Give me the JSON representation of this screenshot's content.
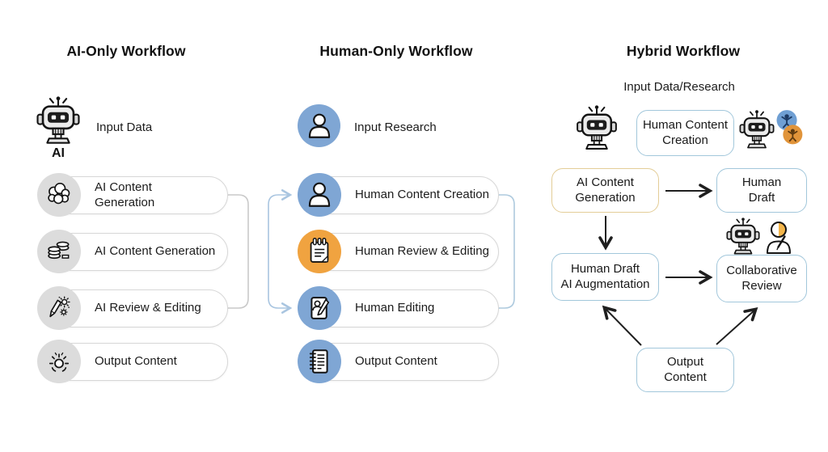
{
  "ai_workflow": {
    "title": "AI-Only Workflow",
    "robot_caption": "AI",
    "input_label": "Input Data",
    "input_icon": "robot-icon",
    "steps": [
      {
        "label": "AI Content\nGeneration",
        "icon": "cloud-puffs-icon"
      },
      {
        "label": "AI Content Generation",
        "icon": "coin-stack-icon"
      },
      {
        "label": "AI Review & Editing",
        "icon": "marker-gears-icon"
      },
      {
        "label": "Output Content",
        "icon": "burst-output-icon"
      }
    ]
  },
  "human_workflow": {
    "title": "Human-Only Workflow",
    "input_label": "Input Research",
    "input_icon": "person-icon",
    "steps": [
      {
        "label": "Human Content Creation",
        "icon": "person-icon"
      },
      {
        "label": "Human Review & Editing",
        "icon": "notepad-icon"
      },
      {
        "label": "Human Editing",
        "icon": "person-pencil-document-icon"
      },
      {
        "label": "Output Content",
        "icon": "notebook-icon"
      }
    ]
  },
  "hybrid_workflow": {
    "title": "Hybrid Workflow",
    "input_label": "Input Data/Research",
    "icons": {
      "left_of_creation": "robot-icon",
      "right_of_creation": "robot-and-humans-collaboration-icon",
      "above_review": "robot-and-human-writer-icon"
    },
    "nodes": {
      "human_content_creation": "Human Content\nCreation",
      "ai_content_generation": "AI Content\nGeneration",
      "human_draft": "Human\nDraft",
      "human_draft_ai_augmentation": "Human Draft\nAI Augmentation",
      "collaborative_review": "Collaborative\nReview",
      "output_content": "Output\nContent"
    }
  },
  "palette": {
    "circle_gray": "#dcdcdc",
    "circle_blue": "#7fa6d4",
    "circle_orange": "#f0a340",
    "pill_border": "#d7d7d7",
    "hybrid_border_blue": "#a2c7db",
    "hybrid_border_yellow": "#e3cd97",
    "connector_gray": "#c9c9c9",
    "connector_blue": "#a9c5e0",
    "arrow_black": "#1f1f1f"
  }
}
